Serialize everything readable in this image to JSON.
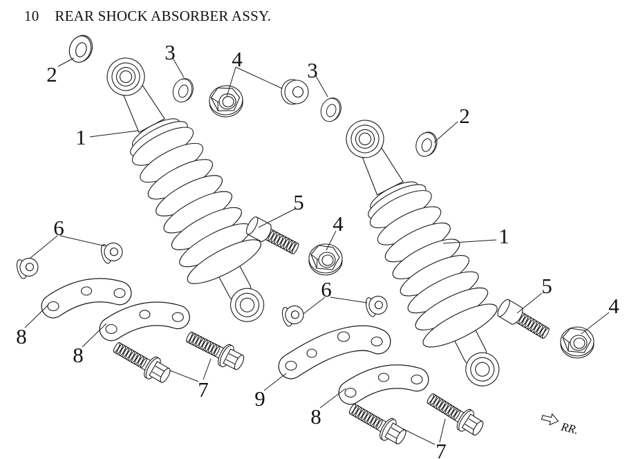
{
  "title": {
    "number": "10",
    "text": "REAR SHOCK ABSORBER ASSY."
  },
  "orientation": {
    "label": "RR."
  },
  "style": {
    "line_color": "#1a1a1a",
    "background": "#ffffff"
  },
  "parts": [
    {
      "ref": "1",
      "name": "rear shock absorber",
      "count": 2
    },
    {
      "ref": "2",
      "name": "washer",
      "count": 2
    },
    {
      "ref": "3",
      "name": "washer",
      "count": 2
    },
    {
      "ref": "4",
      "name": "flange nut",
      "count": 4
    },
    {
      "ref": "5",
      "name": "socket bolt",
      "count": 2
    },
    {
      "ref": "6",
      "name": "bushing",
      "count": 4
    },
    {
      "ref": "7",
      "name": "flange bolt",
      "count": 4
    },
    {
      "ref": "8",
      "name": "link bracket",
      "count": 3
    },
    {
      "ref": "9",
      "name": "linkage plate",
      "count": 1
    }
  ],
  "callouts": [
    {
      "label": "1",
      "part": "rear shock absorber left"
    },
    {
      "label": "1",
      "part": "rear shock absorber right"
    },
    {
      "label": "2",
      "part": "washer top left"
    },
    {
      "label": "2",
      "part": "washer top right"
    },
    {
      "label": "3",
      "part": "washer left"
    },
    {
      "label": "3",
      "part": "washer middle"
    },
    {
      "label": "4",
      "part": "flange nut top"
    },
    {
      "label": "4",
      "part": "flange nut middle"
    },
    {
      "label": "4",
      "part": "flange nut bottom right"
    },
    {
      "label": "5",
      "part": "socket bolt middle"
    },
    {
      "label": "5",
      "part": "socket bolt right"
    },
    {
      "label": "6",
      "part": "bushings left pair"
    },
    {
      "label": "6",
      "part": "bushings middle pair"
    },
    {
      "label": "7",
      "part": "flange bolts left pair"
    },
    {
      "label": "7",
      "part": "flange bolts right pair"
    },
    {
      "label": "8",
      "part": "link bracket upper left"
    },
    {
      "label": "8",
      "part": "link bracket lower left"
    },
    {
      "label": "8",
      "part": "link bracket right"
    },
    {
      "label": "9",
      "part": "linkage plate"
    }
  ]
}
